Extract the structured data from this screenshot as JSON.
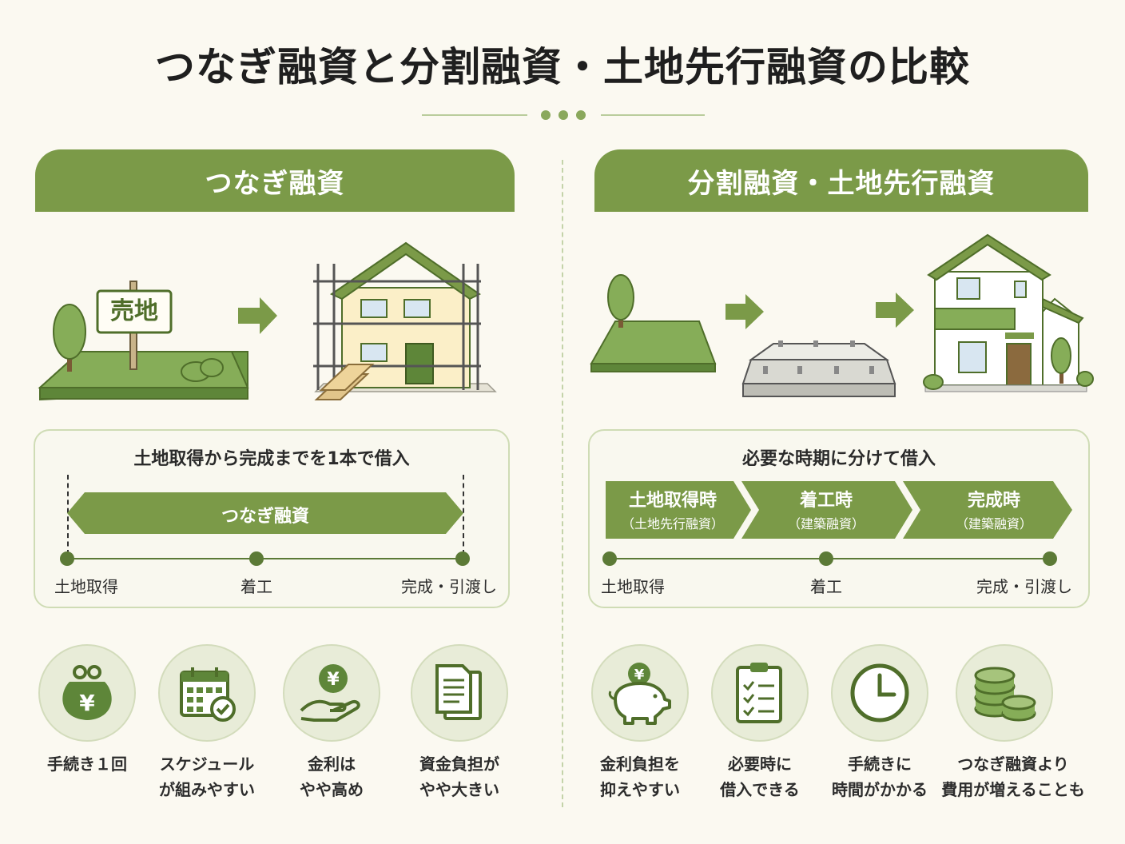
{
  "title": "つなぎ融資と分割融資・土地先行融資の比較",
  "left": {
    "header": "つなぎ融資",
    "sign_text": "売地",
    "box_title": "土地取得から完成までを1本で借入",
    "loan_bar_label": "つなぎ融資",
    "timeline": [
      "土地取得",
      "着工",
      "完成・引渡し"
    ],
    "features": [
      {
        "icon": "wallet-yen-icon",
        "label": "手続き１回"
      },
      {
        "icon": "calendar-check-icon",
        "label": "スケジュール\nが組みやすい"
      },
      {
        "icon": "hand-yen-icon",
        "label": "金利は\nやや高め"
      },
      {
        "icon": "documents-icon",
        "label": "資金負担が\nやや大きい"
      }
    ]
  },
  "right": {
    "header": "分割融資・土地先行融資",
    "box_title": "必要な時期に分けて借入",
    "stages": [
      {
        "label": "土地取得時",
        "sub": "（土地先行融資）"
      },
      {
        "label": "着工時",
        "sub": "（建築融資）"
      },
      {
        "label": "完成時",
        "sub": "（建築融資）"
      }
    ],
    "timeline": [
      "土地取得",
      "着工",
      "完成・引渡し"
    ],
    "features": [
      {
        "icon": "piggy-bank-icon",
        "label": "金利負担を\n抑えやすい"
      },
      {
        "icon": "checklist-icon",
        "label": "必要時に\n借入できる"
      },
      {
        "icon": "clock-icon",
        "label": "手続きに\n時間がかかる"
      },
      {
        "icon": "coins-icon",
        "label": "つなぎ融資より\n費用が増えることも"
      }
    ]
  },
  "colors": {
    "primary": "#7b9a48",
    "dark": "#4f6e2a",
    "background": "#fbf9f1"
  }
}
